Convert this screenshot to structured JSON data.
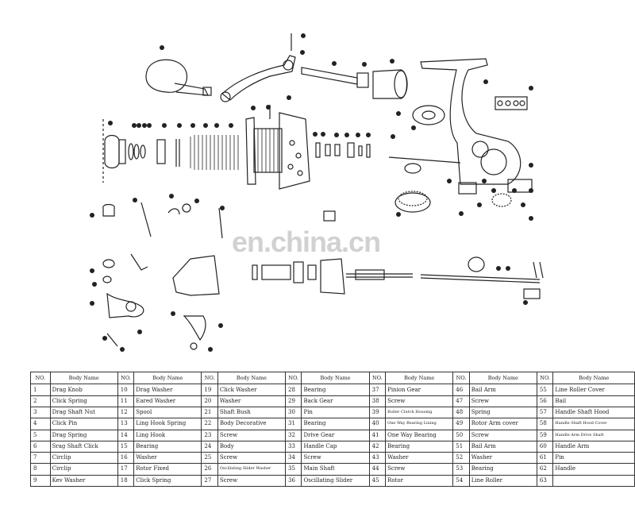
{
  "watermark": "en.china.cn",
  "table": {
    "header_no": "NO.",
    "header_name": "Body Name",
    "rows": [
      [
        [
          "1",
          "Drag Knob"
        ],
        [
          "10",
          "Drag Washer"
        ],
        [
          "19",
          "Click Washer"
        ],
        [
          "28",
          "Bearing"
        ],
        [
          "37",
          "Pinion Gear"
        ],
        [
          "46",
          "Bail Arm"
        ],
        [
          "55",
          "Line Roller Cover"
        ]
      ],
      [
        [
          "2",
          "Click Spring"
        ],
        [
          "11",
          "Eared Washer"
        ],
        [
          "20",
          "Washer"
        ],
        [
          "29",
          "Back Gear"
        ],
        [
          "38",
          "Screw"
        ],
        [
          "47",
          "Screw"
        ],
        [
          "56",
          "Bail"
        ]
      ],
      [
        [
          "3",
          "Drag Shaft Nut"
        ],
        [
          "12",
          "Spool"
        ],
        [
          "21",
          "Shaft Bush"
        ],
        [
          "30",
          "Pin"
        ],
        [
          "39",
          "Roller Clutch Housing"
        ],
        [
          "48",
          "Spring"
        ],
        [
          "57",
          "Handle Shaft Hood"
        ]
      ],
      [
        [
          "4",
          "Click Pin"
        ],
        [
          "13",
          "Ling Hook Spring"
        ],
        [
          "22",
          "Body Decorative"
        ],
        [
          "31",
          "Bearing"
        ],
        [
          "40",
          "One Way Bearing Lining"
        ],
        [
          "49",
          "Rotor Arm cover"
        ],
        [
          "58",
          "Handle Shaft Hood Cover"
        ]
      ],
      [
        [
          "5",
          "Drag Spring"
        ],
        [
          "14",
          "Ling Hook"
        ],
        [
          "23",
          "Screw"
        ],
        [
          "32",
          "Drive Gear"
        ],
        [
          "41",
          "One Way Bearing"
        ],
        [
          "50",
          "Screw"
        ],
        [
          "59",
          "Handle Arm Drive Shaft"
        ]
      ],
      [
        [
          "6",
          "Srag Shaft Click"
        ],
        [
          "15",
          "Bearing"
        ],
        [
          "24",
          "Body"
        ],
        [
          "33",
          "Handle Cap"
        ],
        [
          "42",
          "Bearing"
        ],
        [
          "51",
          "Bail Arm"
        ],
        [
          "60",
          "Handle Arm"
        ]
      ],
      [
        [
          "7",
          "Circlip"
        ],
        [
          "16",
          "Washer"
        ],
        [
          "25",
          "Screw"
        ],
        [
          "34",
          "Screw"
        ],
        [
          "43",
          "Washer"
        ],
        [
          "52",
          "Washer"
        ],
        [
          "61",
          "Pin"
        ]
      ],
      [
        [
          "8",
          "Circlip"
        ],
        [
          "17",
          "Rotor Fixed"
        ],
        [
          "26",
          "Oscillating Slider Washer"
        ],
        [
          "35",
          "Main Shaft"
        ],
        [
          "44",
          "Screw"
        ],
        [
          "53",
          "Bearing"
        ],
        [
          "62",
          "Handle"
        ]
      ],
      [
        [
          "9",
          "Kev Washer"
        ],
        [
          "18",
          "Click Spring"
        ],
        [
          "27",
          "Screw"
        ],
        [
          "36",
          "Oscillating Slider"
        ],
        [
          "45",
          "Rotor"
        ],
        [
          "54",
          "Line Roller"
        ],
        [
          "63",
          ""
        ]
      ]
    ]
  }
}
